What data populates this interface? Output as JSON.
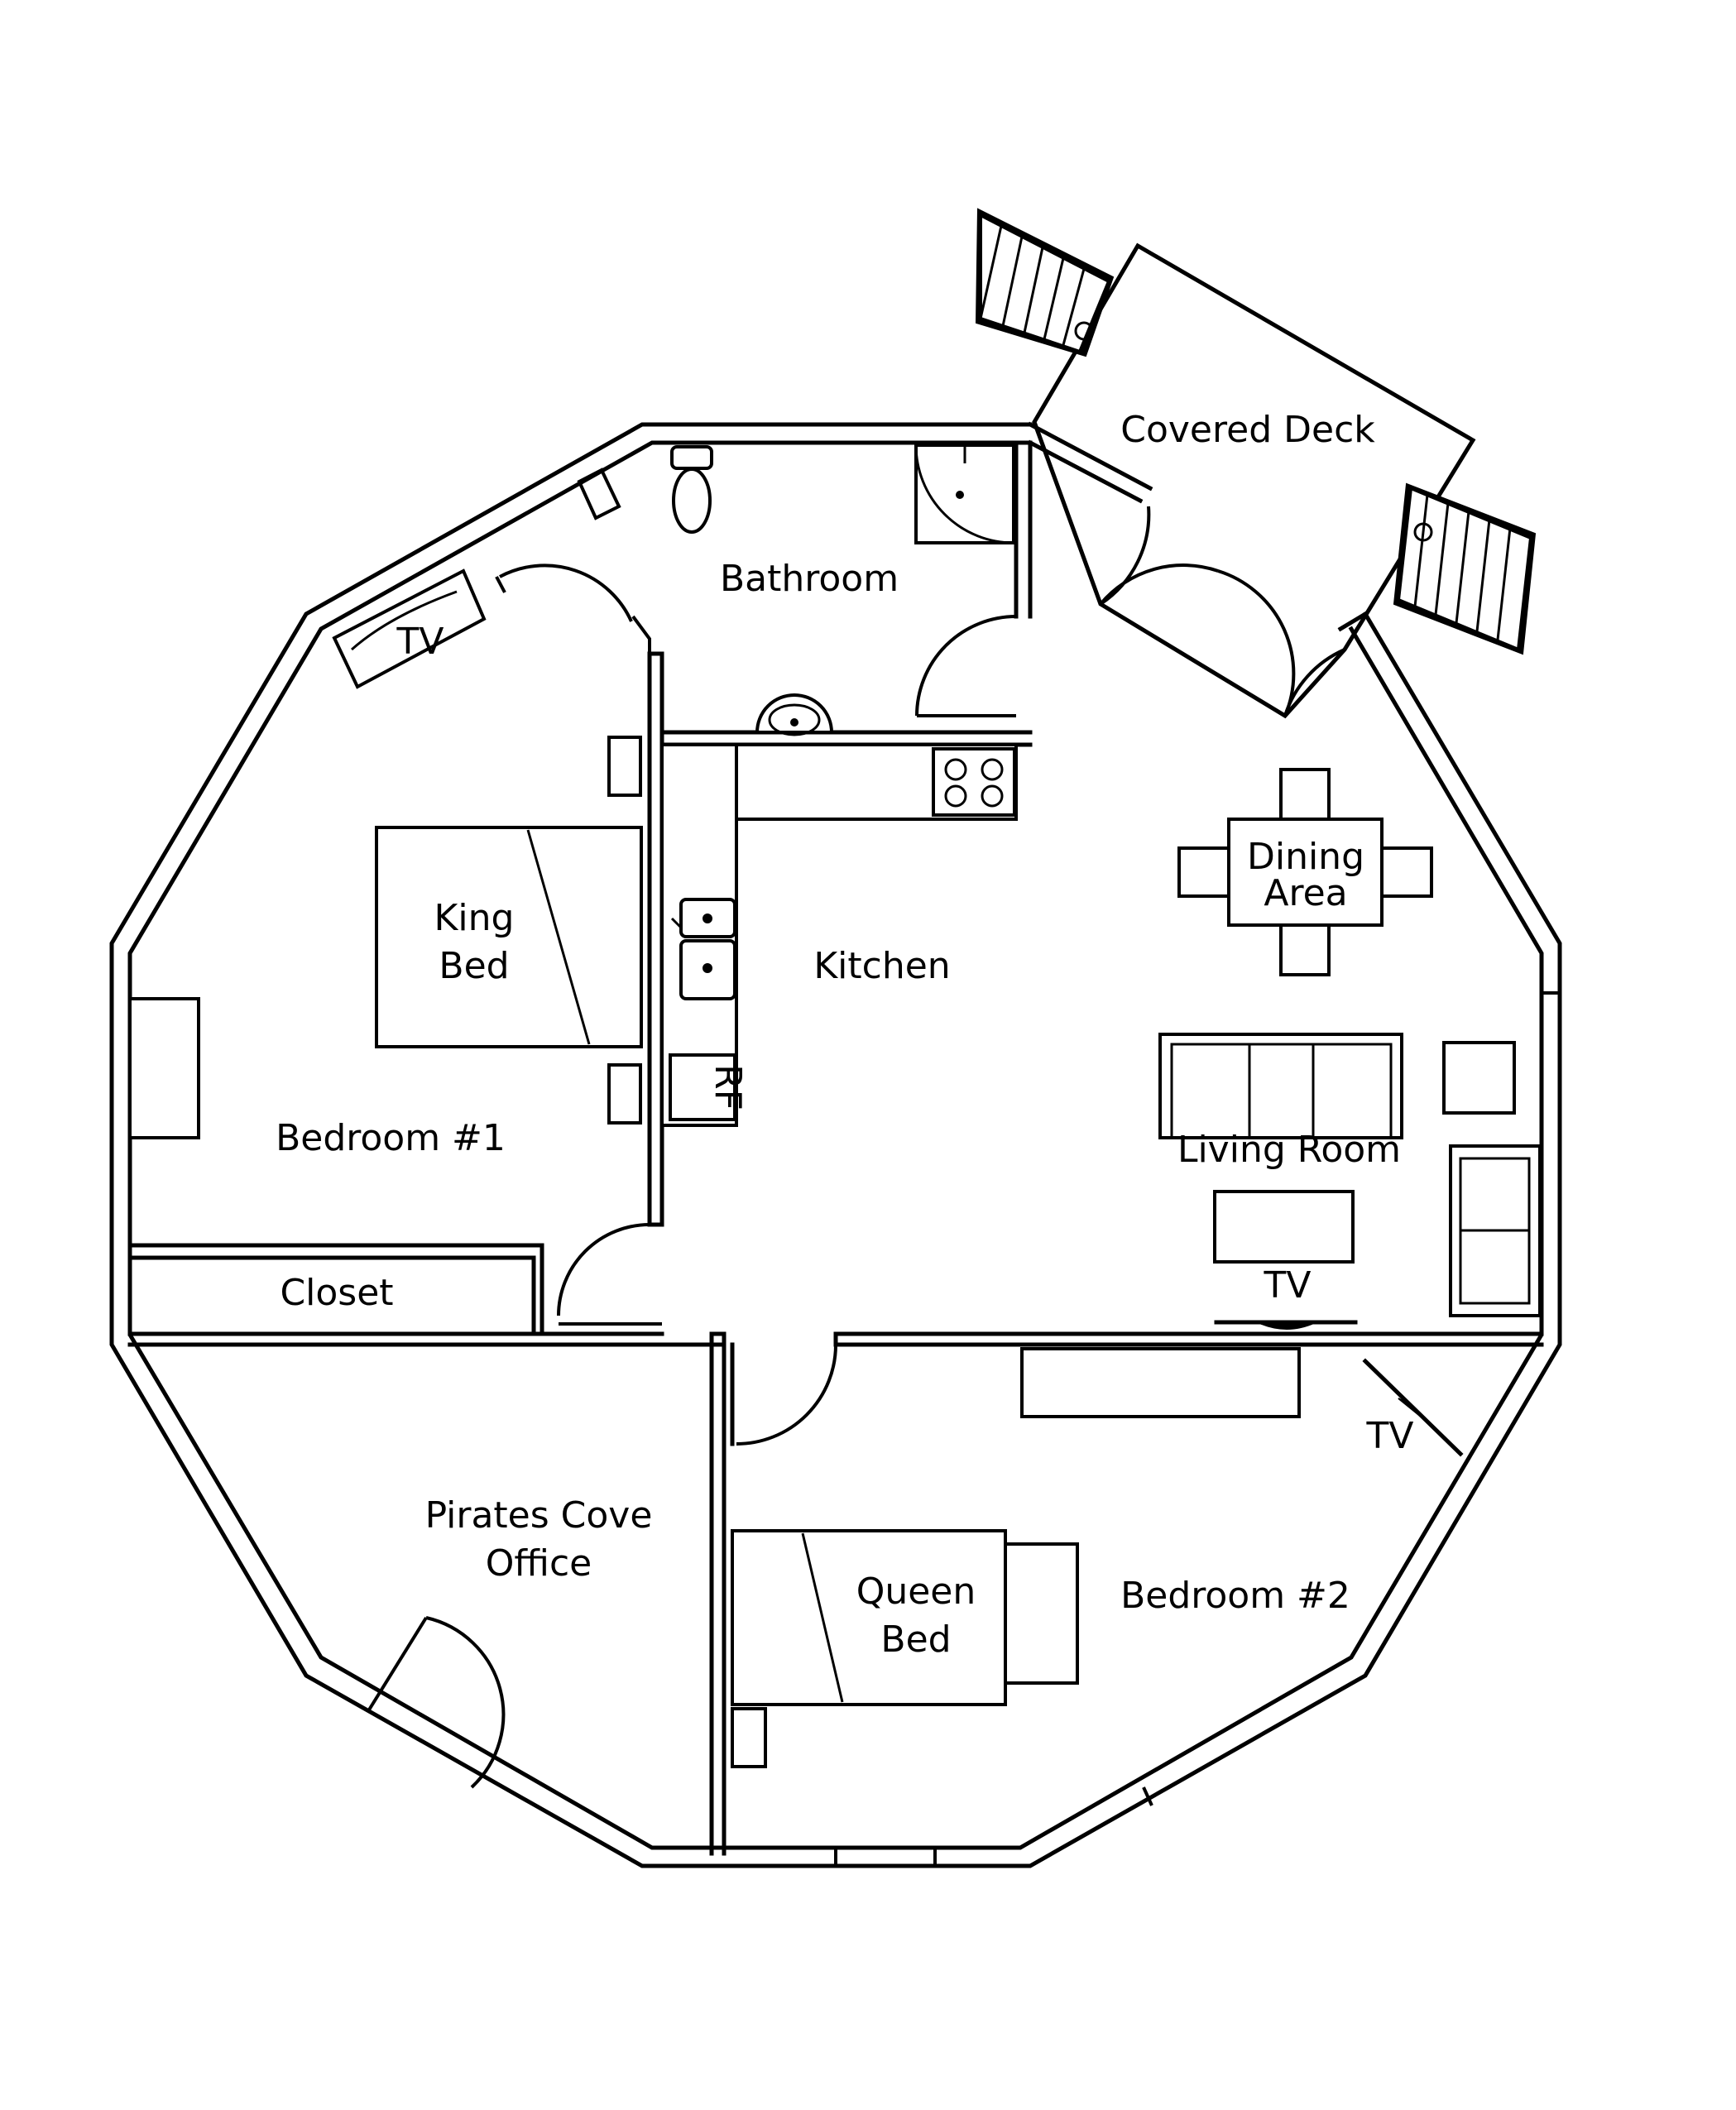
{
  "rooms": {
    "covered_deck": "Covered Deck",
    "bathroom": "Bathroom",
    "tv_bedroom1": "TV",
    "dining_line1": "Dining",
    "dining_line2": "Area",
    "king_line1": "King",
    "king_line2": "Bed",
    "kitchen": "Kitchen",
    "refrigerator": "RF",
    "bedroom1": "Bedroom #1",
    "living_room": "Living Room",
    "closet": "Closet",
    "tv_living": "TV",
    "tv_bedroom2": "TV",
    "office_line1": "Pirates Cove",
    "office_line2": "Office",
    "queen_line1": "Queen",
    "queen_line2": "Bed",
    "bedroom2": "Bedroom #2"
  }
}
